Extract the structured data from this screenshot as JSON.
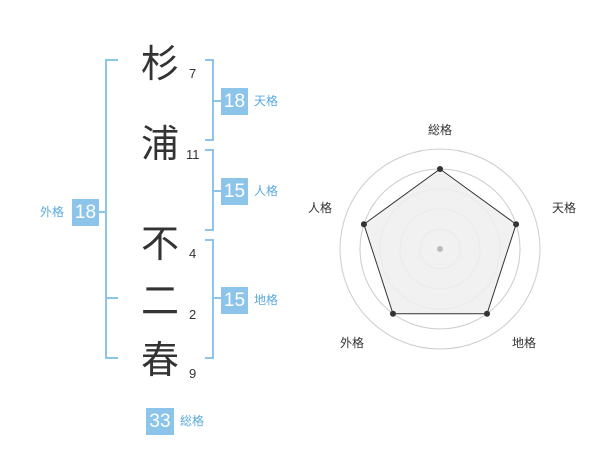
{
  "name": {
    "chars": [
      {
        "char": "杉",
        "strokes": "7"
      },
      {
        "char": "浦",
        "strokes": "11"
      },
      {
        "char": "不",
        "strokes": "4"
      },
      {
        "char": "二",
        "strokes": "2"
      },
      {
        "char": "春",
        "strokes": "9"
      }
    ]
  },
  "kakusu": {
    "tenkaku": {
      "value": "18",
      "label": "天格"
    },
    "jinkaku": {
      "value": "15",
      "label": "人格"
    },
    "chikaku": {
      "value": "15",
      "label": "地格"
    },
    "gaikaku": {
      "value": "18",
      "label": "外格"
    },
    "soukaku": {
      "value": "33",
      "label": "総格"
    }
  },
  "chart_data": {
    "type": "radar",
    "axes": [
      "総格",
      "天格",
      "地格",
      "外格",
      "人格"
    ],
    "values": [
      4,
      4,
      4,
      4,
      4
    ],
    "max": 5,
    "rings": 5,
    "colors": {
      "fill": "#eeeeee",
      "line": "#333333",
      "ring": "#cccccc",
      "center": "#bbbbbb"
    }
  },
  "colors": {
    "bracket": "#8cc4ea",
    "badge": "#8cc4ea",
    "label": "#5aaadf"
  }
}
